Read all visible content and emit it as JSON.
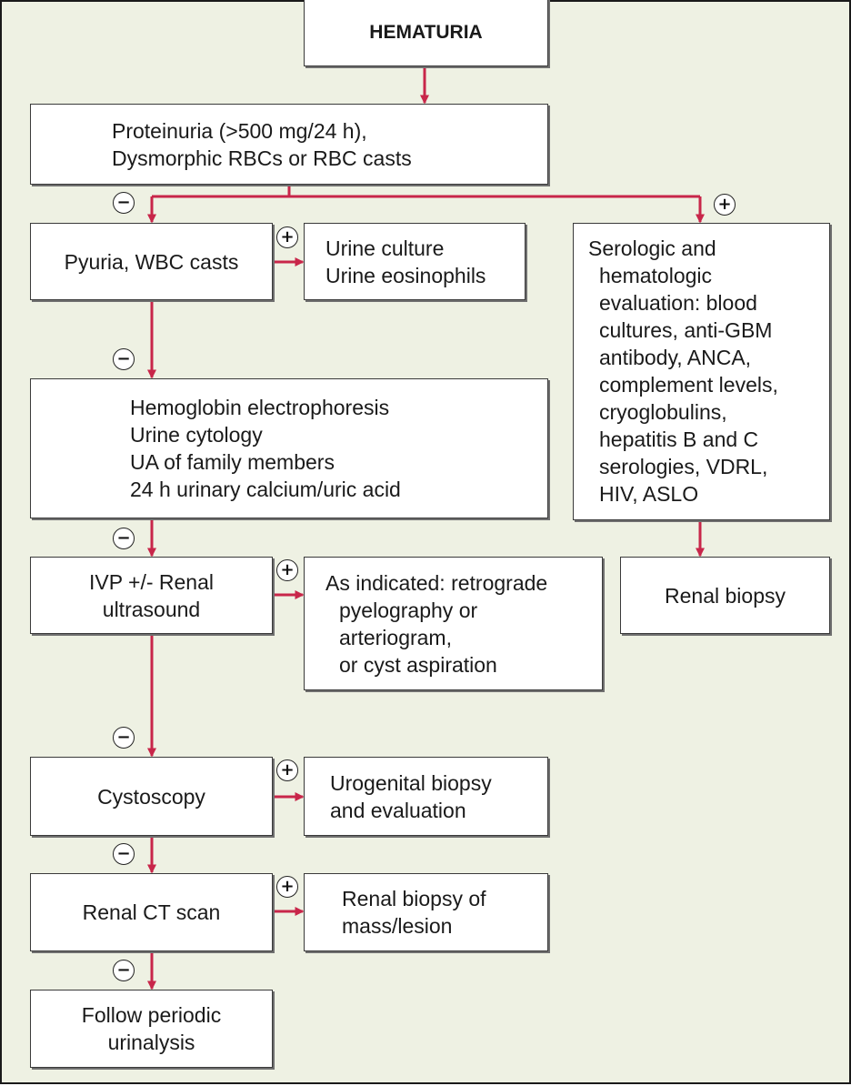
{
  "colors": {
    "arrow": "#c8264a",
    "background": "#eef1e3",
    "box": "#ffffff",
    "border": "#3a3a3a"
  },
  "title": "HEMATURIA",
  "boxes": {
    "proteinuria": [
      "Proteinuria (>500 mg/24 h),",
      "Dysmorphic RBCs or RBC casts"
    ],
    "pyuria": [
      "Pyuria, WBC casts"
    ],
    "urine_culture": [
      "Urine culture",
      "Urine eosinophils"
    ],
    "serologic": [
      "Serologic and",
      "hematologic",
      "evaluation: blood",
      "cultures, anti-GBM",
      "antibody, ANCA,",
      "complement levels,",
      "cryoglobulins,",
      "hepatitis B and C",
      "serologies, VDRL,",
      "HIV, ASLO"
    ],
    "hemoglobin": [
      "Hemoglobin electrophoresis",
      "Urine cytology",
      "UA of family members",
      "24 h urinary calcium/uric acid"
    ],
    "ivp": [
      "IVP +/- Renal",
      "ultrasound"
    ],
    "as_indicated": [
      "As indicated: retrograde",
      "pyelography or",
      "arteriogram,",
      "or cyst aspiration"
    ],
    "renal_biopsy": [
      "Renal biopsy"
    ],
    "cystoscopy": [
      "Cystoscopy"
    ],
    "urogenital": [
      "Urogenital biopsy",
      "and evaluation"
    ],
    "renal_ct": [
      "Renal CT scan"
    ],
    "renal_biopsy_mass": [
      "Renal biopsy of",
      "mass/lesion"
    ],
    "follow": [
      "Follow periodic",
      "urinalysis"
    ]
  },
  "signs": {
    "positive": "+",
    "negative": "−"
  }
}
